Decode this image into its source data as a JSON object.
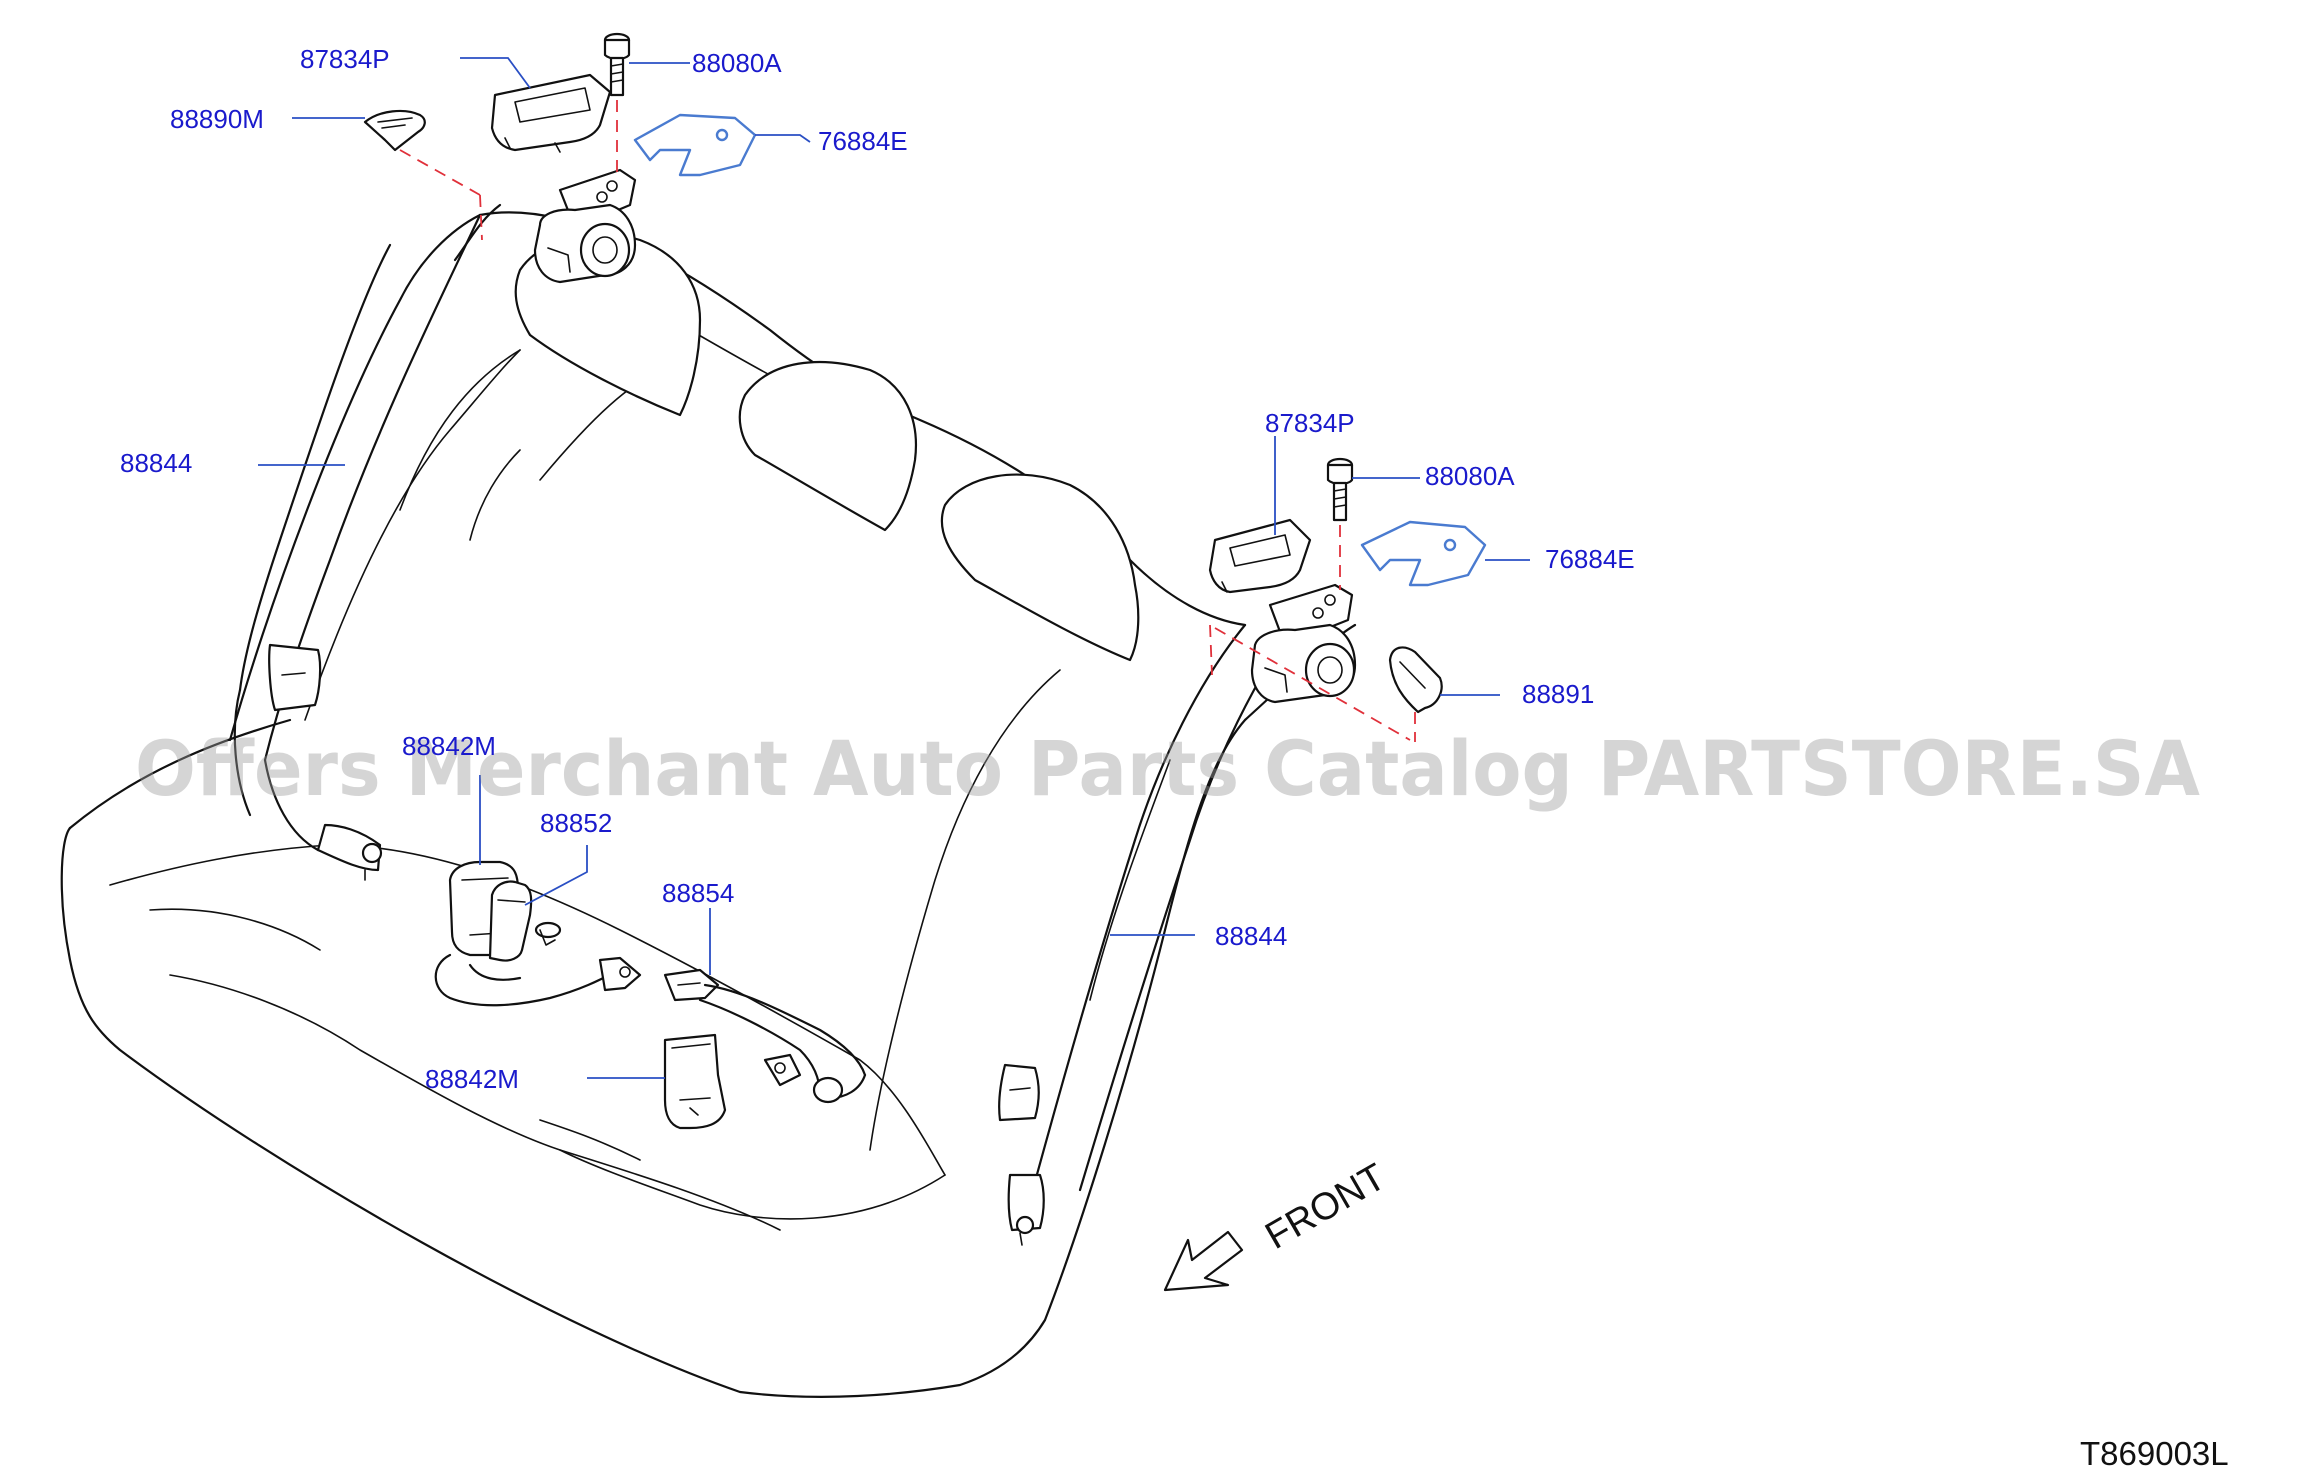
{
  "labels": {
    "l_87834P_a": "87834P",
    "l_88080A_a": "88080A",
    "l_88890M": "88890M",
    "l_76884E_a": "76884E",
    "l_88844_a": "88844",
    "l_87834P_b": "87834P",
    "l_88080A_b": "88080A",
    "l_76884E_b": "76884E",
    "l_88891": "88891",
    "l_88842M_a": "88842M",
    "l_88852": "88852",
    "l_88854": "88854",
    "l_88844_b": "88844",
    "l_88842M_b": "88842M"
  },
  "front_label": "FRONT",
  "drawing_code": "T869003L",
  "watermark": "Offers Merchant Auto Parts Catalog PARTSTORE.SA",
  "colors": {
    "label": "#1a1acc",
    "leader": "#2a4fc4",
    "shim": "#4a7bd0",
    "dashed_leader": "#e0303a",
    "line": "#111111"
  }
}
